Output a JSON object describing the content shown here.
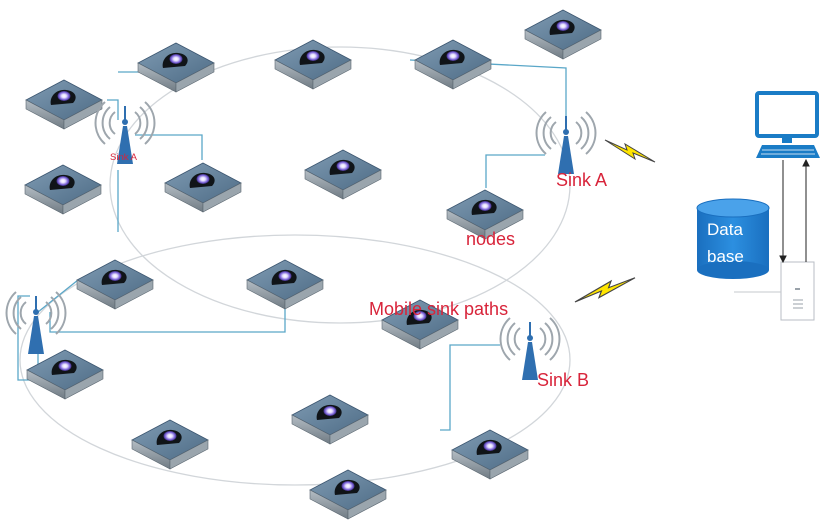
{
  "labels": {
    "sink_a_small": "Sink A",
    "sink_a": "Sink A",
    "sink_b": "Sink B",
    "nodes": "nodes",
    "mobile_sink_paths": "Mobile sink paths",
    "database_line1": "Data",
    "database_line2": "base"
  },
  "colors": {
    "label_red": "#d8243a",
    "node_top": "#5f7e98",
    "node_side": "#8f9aa3",
    "antenna_blue": "#2f6fb0",
    "link_blue": "#5aa7c8",
    "path_grey": "#d2d6da",
    "lightning_yellow": "#ffe500",
    "database_blue": "#1e7fd0",
    "computer_blue": "#1a7cc6"
  },
  "icons": {
    "sensor_node": "sensor-node-icon",
    "sink_antenna": "antenna-tower-icon",
    "wireless_link": "lightning-icon",
    "database": "database-icon",
    "computer": "computer-monitor-icon",
    "server": "server-icon"
  }
}
